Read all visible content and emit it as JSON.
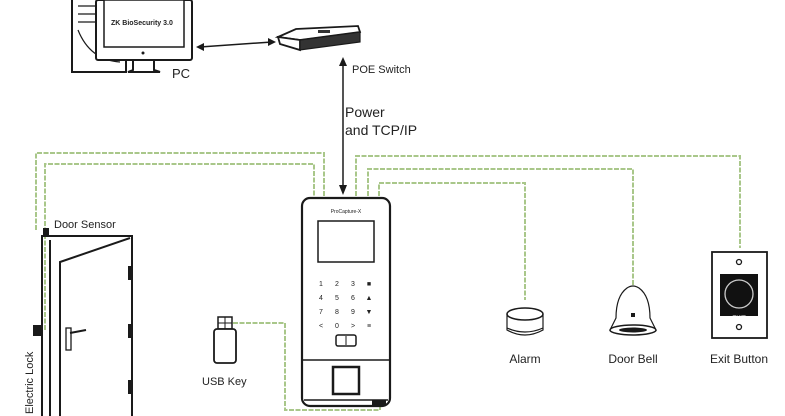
{
  "diagram": {
    "title": "Access Control Wiring Diagram",
    "colors": {
      "wire": "#a9c78a",
      "ink": "#1a1a1a",
      "background": "#ffffff"
    },
    "components": {
      "pc": {
        "label": "PC",
        "screen_text": "ZK BioSecurity 3.0"
      },
      "poe_switch": {
        "label": "POE Switch"
      },
      "connection": {
        "line1": "Power",
        "line2": "and TCP/IP"
      },
      "terminal": {
        "brand_text": "ProCapture-X"
      },
      "door_sensor": {
        "label": "Door Sensor"
      },
      "electric_lock": {
        "label": "Electric Lock"
      },
      "usb_key": {
        "label": "USB Key"
      },
      "alarm": {
        "label": "Alarm"
      },
      "door_bell": {
        "label": "Door Bell"
      },
      "exit_button": {
        "label": "Exit Button",
        "face_text": "EXIT"
      }
    },
    "keypad": [
      "1",
      "2",
      "3",
      "■",
      "4",
      "5",
      "6",
      "▲",
      "7",
      "8",
      "9",
      "▼",
      "<",
      "0",
      ">",
      "≡"
    ]
  }
}
